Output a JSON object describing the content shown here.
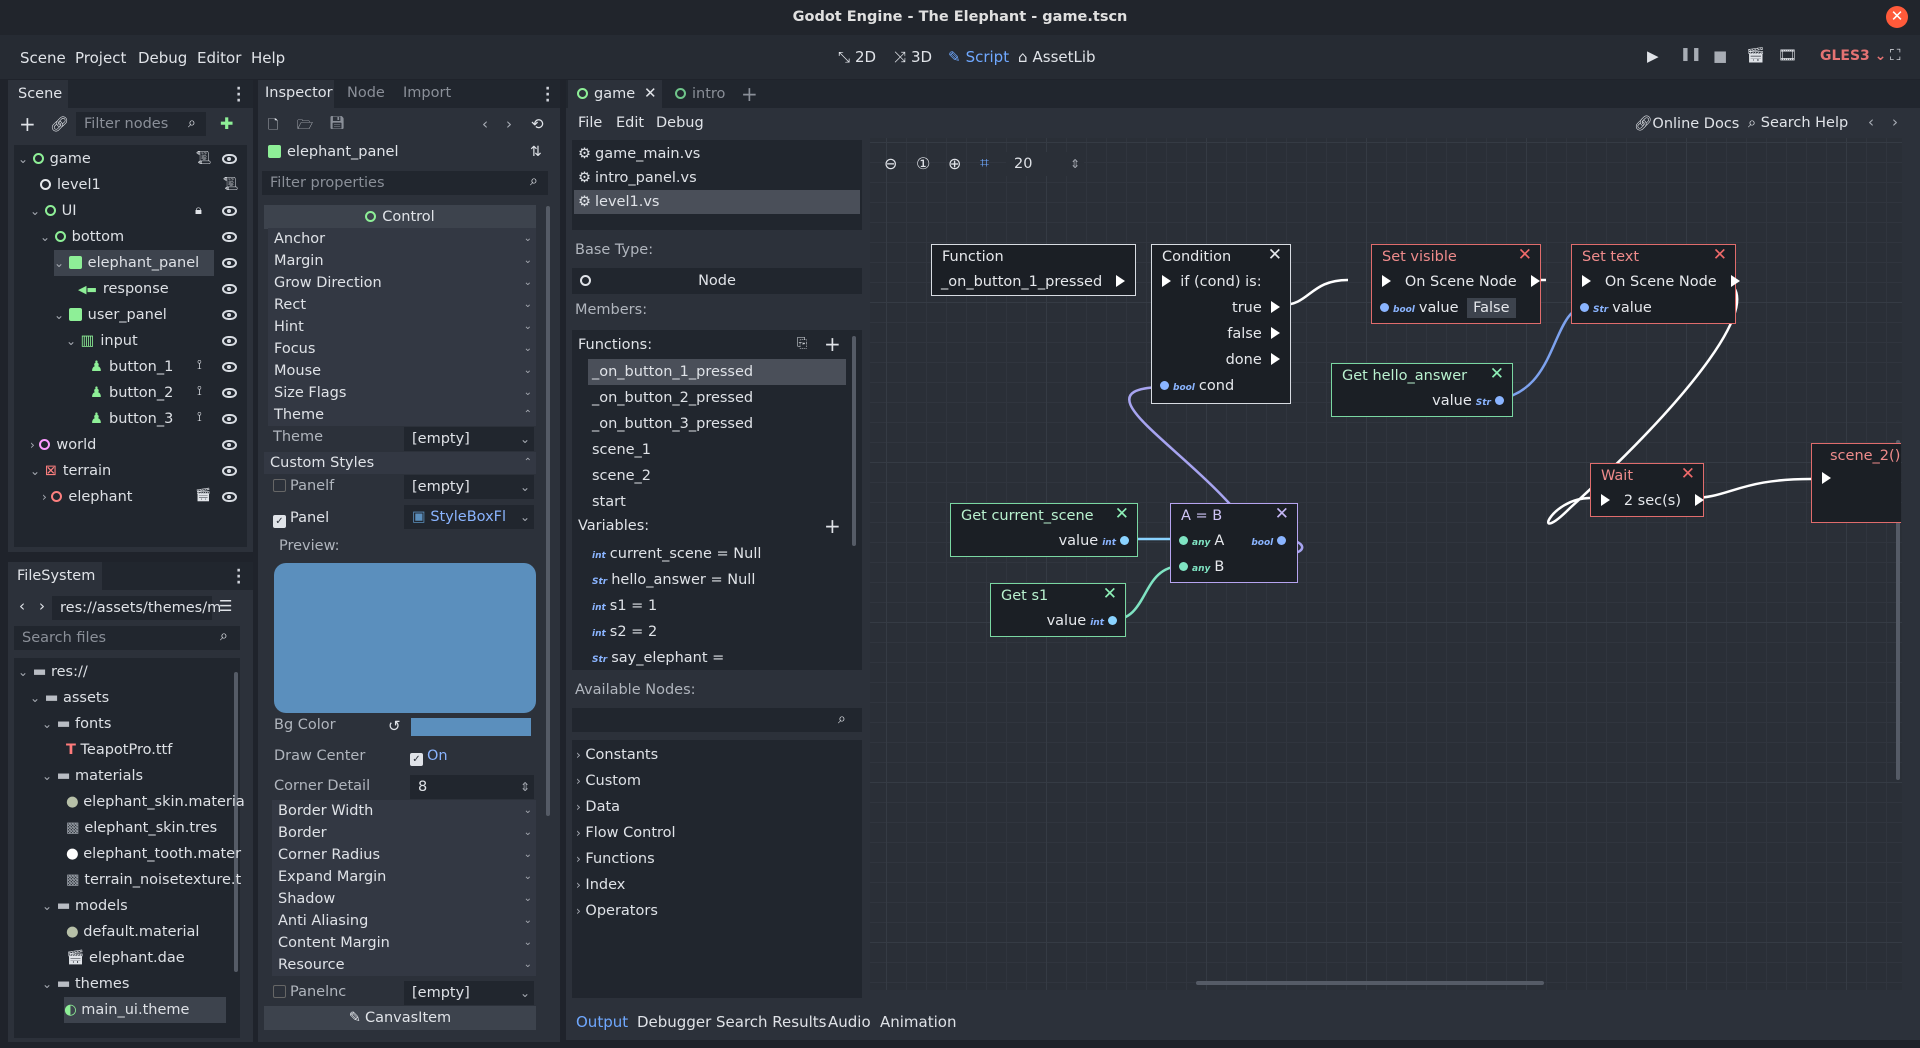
{
  "window": {
    "title": "Godot Engine - The Elephant - game.tscn"
  },
  "menu": [
    "Scene",
    "Project",
    "Debug",
    "Editor",
    "Help"
  ],
  "main_tabs": {
    "t2d": "2D",
    "t3d": "3D",
    "script": "Script",
    "assetlib": "AssetLib"
  },
  "renderer": "GLES3",
  "scene_dock": {
    "tab": "Scene",
    "filter_placeholder": "Filter nodes",
    "nodes": [
      "game",
      "level1",
      "UI",
      "bottom",
      "elephant_panel",
      "response",
      "user_panel",
      "input",
      "button_1",
      "button_2",
      "button_3",
      "world",
      "terrain",
      "elephant"
    ]
  },
  "filesystem": {
    "tab": "FileSystem",
    "path": "res://assets/themes/m",
    "search_placeholder": "Search files",
    "items": [
      "res://",
      "assets",
      "fonts",
      "TeapotPro.ttf",
      "materials",
      "elephant_skin.materia",
      "elephant_skin.tres",
      "elephant_tooth.mater",
      "terrain_noisetexture.t",
      "models",
      "default.material",
      "elephant.dae",
      "themes",
      "main_ui.theme"
    ]
  },
  "inspector": {
    "tabs": [
      "Inspector",
      "Node",
      "Import"
    ],
    "object": "elephant_panel",
    "filter_placeholder": "Filter properties",
    "class_header": "Control",
    "sections": [
      "Anchor",
      "Margin",
      "Grow Direction",
      "Rect",
      "Hint",
      "Focus",
      "Mouse",
      "Size Flags",
      "Theme"
    ],
    "theme_label": "Theme",
    "theme_value": "[empty]",
    "custom_styles": "Custom Styles",
    "panelf_label": "Panelf",
    "panelf_value": "[empty]",
    "panel_label": "Panel",
    "panel_value": "StyleBoxFl",
    "preview_label": "Preview:",
    "preview_color": "#5b8fbd",
    "bg_color_label": "Bg Color",
    "draw_center_label": "Draw Center",
    "draw_center_value": "On",
    "corner_detail_label": "Corner Detail",
    "corner_detail_value": "8",
    "subsections": [
      "Border Width",
      "Border",
      "Corner Radius",
      "Expand Margin",
      "Shadow",
      "Anti Aliasing",
      "Content Margin",
      "Resource"
    ],
    "panelnc_label": "Panelnc",
    "panelnc_value": "[empty]",
    "canvasitem": "CanvasItem"
  },
  "script_editor": {
    "tabs": [
      "game",
      "intro"
    ],
    "menu": [
      "File",
      "Edit",
      "Debug"
    ],
    "online_docs": "Online Docs",
    "search_help": "Search Help",
    "files": [
      "game_main.vs",
      "intro_panel.vs",
      "level1.vs"
    ],
    "base_type_label": "Base Type:",
    "base_type": "Node",
    "members_label": "Members:",
    "functions_label": "Functions:",
    "functions": [
      "_on_button_1_pressed",
      "_on_button_2_pressed",
      "_on_button_3_pressed",
      "scene_1",
      "scene_2",
      "start"
    ],
    "variables_label": "Variables:",
    "variables": [
      {
        "type": "int",
        "text": "current_scene = Null"
      },
      {
        "type": "Str",
        "text": "hello_answer = Null"
      },
      {
        "type": "int",
        "text": "s1 = 1"
      },
      {
        "type": "int",
        "text": "s2 = 2"
      },
      {
        "type": "Str",
        "text": "say_elephant ="
      }
    ],
    "available_nodes_label": "Available Nodes:",
    "categories": [
      "Constants",
      "Custom",
      "Data",
      "Flow Control",
      "Functions",
      "Index",
      "Operators"
    ],
    "zoom": "20"
  },
  "graph": {
    "function_node": {
      "title": "Function",
      "port": "_on_button_1_pressed"
    },
    "condition_node": {
      "title": "Condition",
      "ports": [
        "if (cond) is:",
        "true",
        "false",
        "done",
        "cond"
      ]
    },
    "set_visible_node": {
      "title": "Set visible",
      "port": "On Scene Node",
      "value_label": "value",
      "value": "False"
    },
    "set_text_node": {
      "title": "Set text",
      "port": "On Scene Node",
      "value_label": "value"
    },
    "get_hello_node": {
      "title": "Get hello_answer",
      "value_label": "value"
    },
    "get_current_scene_node": {
      "title": "Get current_scene",
      "value_label": "value"
    },
    "a_eq_b_node": {
      "title": "A = B",
      "a": "A",
      "b": "B"
    },
    "get_s1_node": {
      "title": "Get s1",
      "value_label": "value"
    },
    "wait_node": {
      "title": "Wait",
      "value": "2 sec(s)"
    },
    "scene2_node": {
      "title": "scene_2()"
    },
    "type_bool": "bool",
    "type_int": "int",
    "type_str": "Str",
    "type_any": "any"
  },
  "bottom_tabs": [
    "Output",
    "Debugger",
    "Search Results",
    "Audio",
    "Animation"
  ]
}
